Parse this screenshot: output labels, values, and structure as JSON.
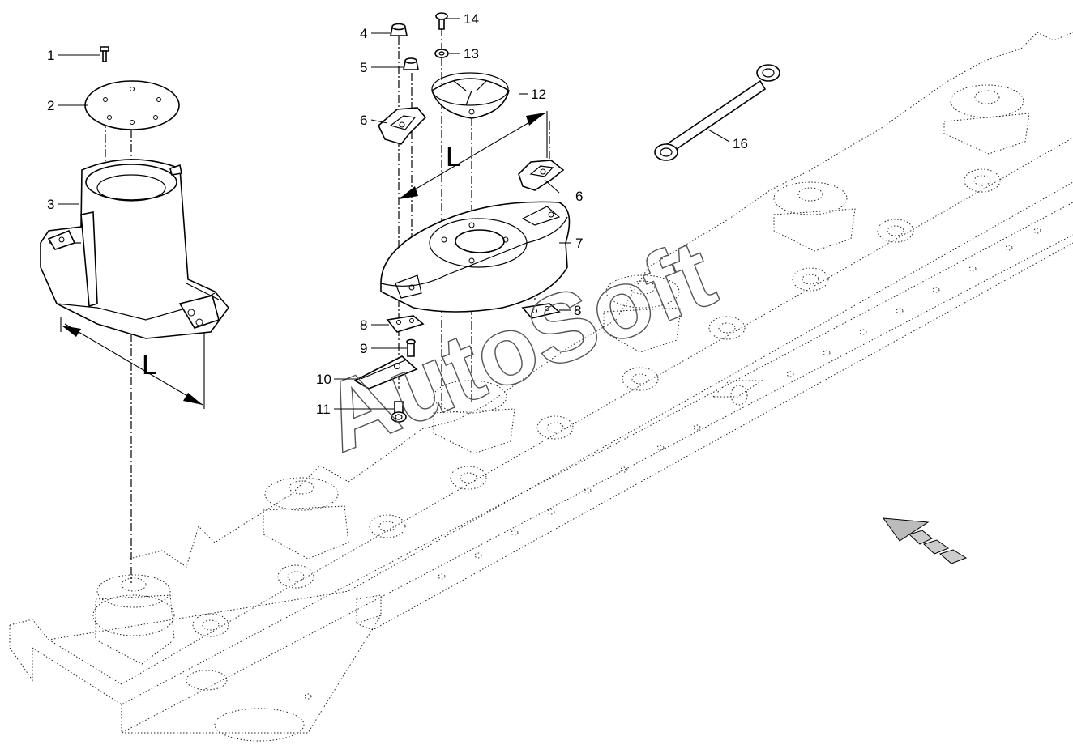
{
  "callouts": [
    {
      "id": "1",
      "label": "1"
    },
    {
      "id": "2",
      "label": "2"
    },
    {
      "id": "3",
      "label": "3"
    },
    {
      "id": "4",
      "label": "4"
    },
    {
      "id": "5",
      "label": "5"
    },
    {
      "id": "6a",
      "label": "6"
    },
    {
      "id": "6b",
      "label": "6"
    },
    {
      "id": "7",
      "label": "7"
    },
    {
      "id": "8a",
      "label": "8"
    },
    {
      "id": "8b",
      "label": "8"
    },
    {
      "id": "9",
      "label": "9"
    },
    {
      "id": "10",
      "label": "10"
    },
    {
      "id": "11",
      "label": "11"
    },
    {
      "id": "12",
      "label": "12"
    },
    {
      "id": "13",
      "label": "13"
    },
    {
      "id": "14",
      "label": "14"
    },
    {
      "id": "16",
      "label": "16"
    }
  ],
  "dimensions": {
    "left": "L",
    "center": "L"
  },
  "watermark": "AutoSoft",
  "icons": {
    "direction": "travel-direction-arrow-icon"
  }
}
